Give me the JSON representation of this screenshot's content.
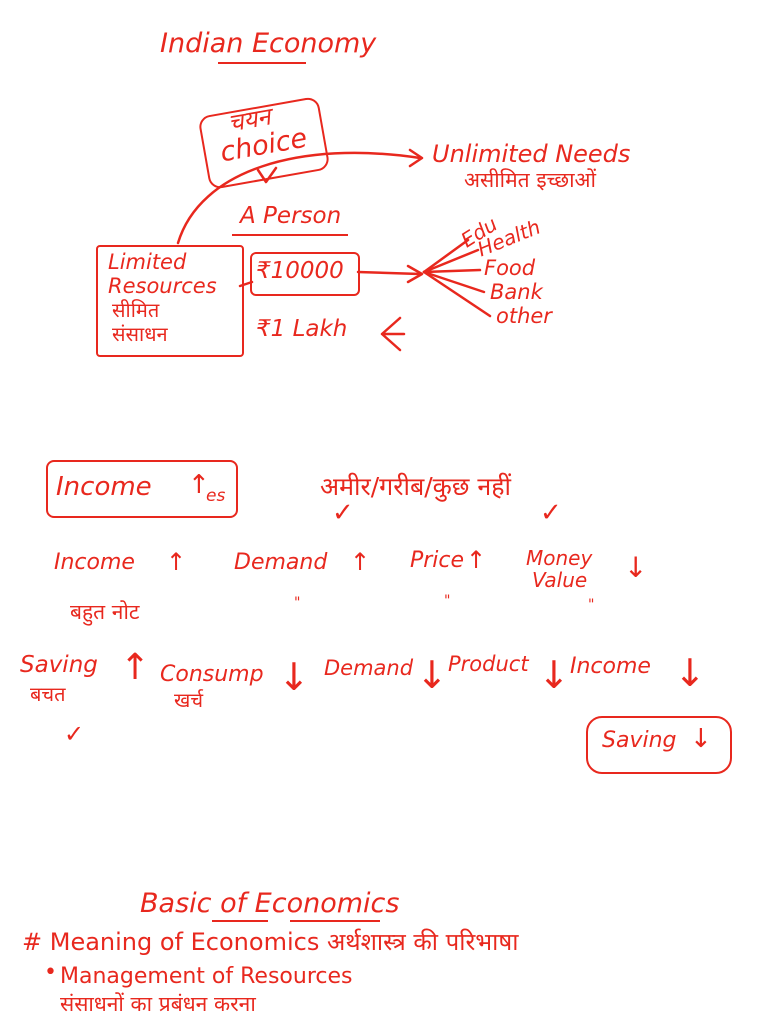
{
  "note": {
    "title": "Indian Economy",
    "choice_hindi": "चयन",
    "choice_en": "choice",
    "unlimited_needs": "Unlimited Needs",
    "unlimited_needs_hindi": "असीमित इच्छाओं",
    "a_person": "A Person",
    "limited_resources": [
      "Limited",
      "Resources",
      "सीमित",
      "संसाधन"
    ],
    "amount_1": "₹10000",
    "amount_2": "₹1 Lakh",
    "needs": [
      "Edu",
      "Health",
      "Food",
      "Bank",
      "other"
    ],
    "income_box": "Income",
    "income_box_sub": "es",
    "rich_poor": "अमीर/गरीब/कुछ नहीं",
    "row1": {
      "income": "Income",
      "demand": "Demand",
      "price": "Price",
      "money": "Money",
      "value": "Value",
      "many_notes": "बहुत नोट"
    },
    "row2": {
      "saving": "Saving",
      "saving_hindi": "बचत",
      "consump": "Consump",
      "consump_hindi": "खर्च",
      "demand": "Demand",
      "product": "Product",
      "income": "Income",
      "saving_box": "Saving"
    },
    "basic_title": "Basic of Economics",
    "meaning": "# Meaning of Economics अर्थशास्त्र की परिभाषा",
    "bullet_1": "Management of Resources",
    "bullet_1_hindi": "संसाधनों का प्रबंधन करना"
  }
}
